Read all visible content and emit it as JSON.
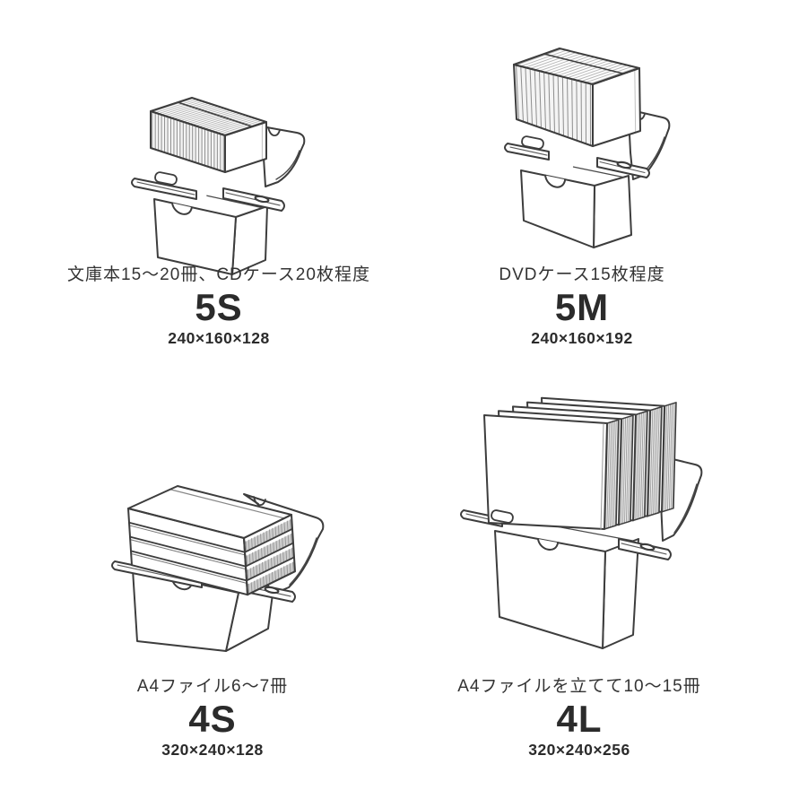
{
  "page": {
    "background": "#ffffff"
  },
  "colors": {
    "line": "#3d3d3d",
    "text": "#333333",
    "heading": "#2b2b2b",
    "hatch_dark": "#8e8e8e",
    "hatch_light": "#b9b9b9",
    "page_edge_gray": "#cdcdcd",
    "band_hatch": "#9a9a9a"
  },
  "cards": [
    {
      "id": "5s",
      "description": "文庫本15〜20冊、CDケース20枚程度",
      "size_code": "5S",
      "dimensions": "240×160×128",
      "illustration": "open-box-with-row-of-paperbacks-and-cd-cases"
    },
    {
      "id": "5m",
      "description": "DVDケース15枚程度",
      "size_code": "5M",
      "dimensions": "240×160×192",
      "illustration": "open-box-with-row-of-dvd-cases"
    },
    {
      "id": "4s",
      "description": "A4ファイル6〜7冊",
      "size_code": "4S",
      "dimensions": "320×240×128",
      "illustration": "open-box-with-stack-of-flat-a4-files"
    },
    {
      "id": "4l",
      "description": "A4ファイルを立てて10〜15冊",
      "size_code": "4L",
      "dimensions": "320×240×256",
      "illustration": "open-box-with-upright-a4-files"
    }
  ]
}
